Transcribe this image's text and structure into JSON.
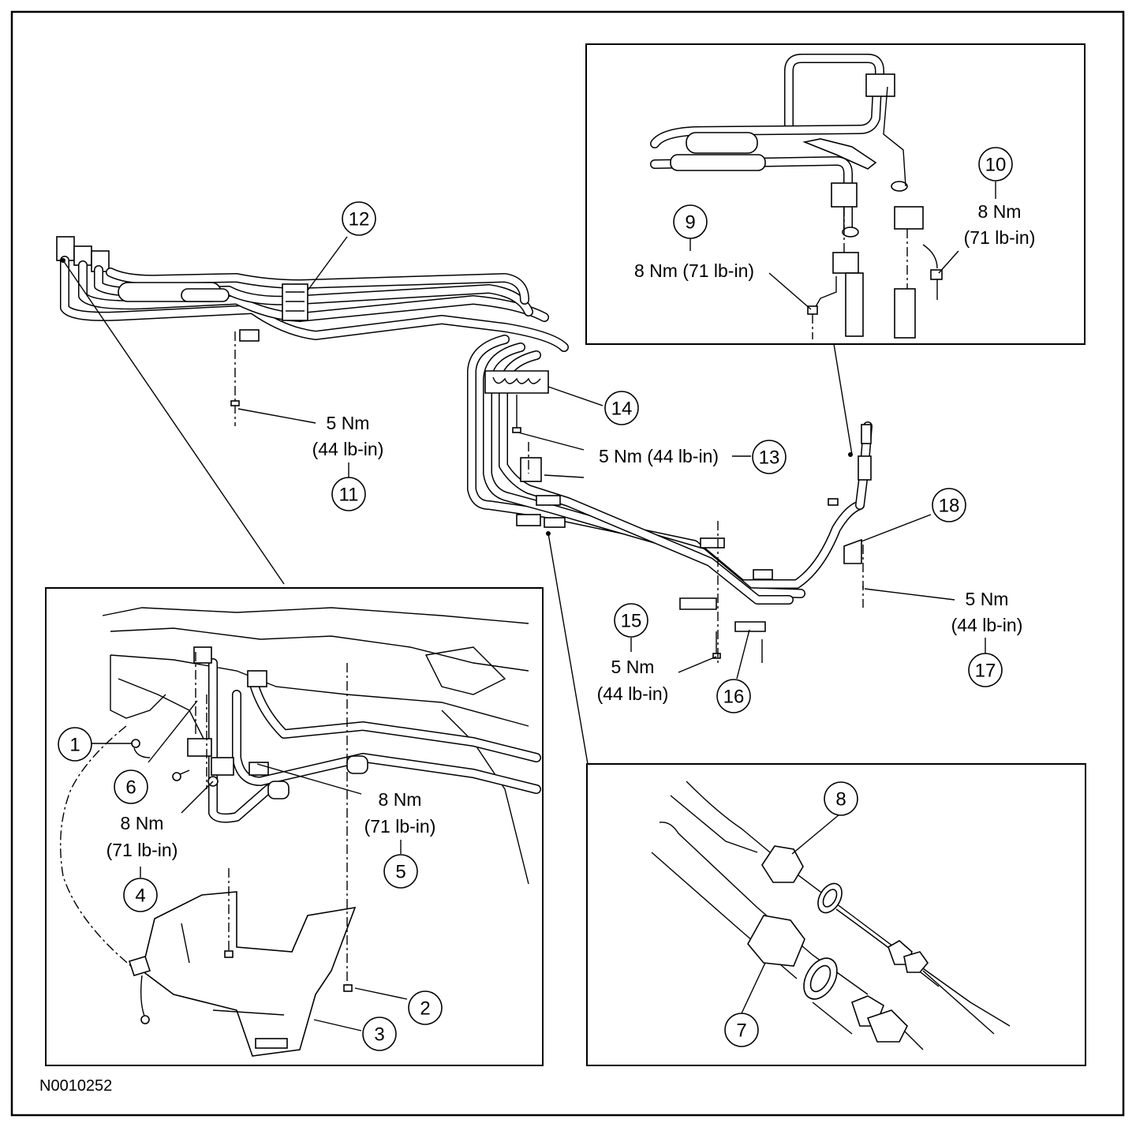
{
  "figure_code": "N0010252",
  "callouts": [
    {
      "id": "1",
      "label": "1"
    },
    {
      "id": "2",
      "label": "2"
    },
    {
      "id": "3",
      "label": "3"
    },
    {
      "id": "4",
      "label": "4"
    },
    {
      "id": "5",
      "label": "5"
    },
    {
      "id": "6",
      "label": "6"
    },
    {
      "id": "7",
      "label": "7"
    },
    {
      "id": "8",
      "label": "8"
    },
    {
      "id": "9",
      "label": "9"
    },
    {
      "id": "10",
      "label": "10"
    },
    {
      "id": "11",
      "label": "11"
    },
    {
      "id": "12",
      "label": "12"
    },
    {
      "id": "13",
      "label": "13"
    },
    {
      "id": "14",
      "label": "14"
    },
    {
      "id": "15",
      "label": "15"
    },
    {
      "id": "16",
      "label": "16"
    },
    {
      "id": "17",
      "label": "17"
    },
    {
      "id": "18",
      "label": "18"
    }
  ],
  "torque_specs": {
    "spec_9": "8 Nm (71 lb-in)",
    "spec_10": [
      "8 Nm",
      "(71 lb-in)"
    ],
    "spec_11": [
      "5 Nm",
      "(44 lb-in)"
    ],
    "spec_13": "5 Nm (44 lb-in)",
    "spec_15": [
      "5 Nm",
      "(44 lb-in)"
    ],
    "spec_17": [
      "5 Nm",
      "(44 lb-in)"
    ],
    "spec_4": [
      "8 Nm",
      "(71 lb-in)"
    ],
    "spec_5": [
      "8 Nm",
      "(71 lb-in)"
    ]
  }
}
